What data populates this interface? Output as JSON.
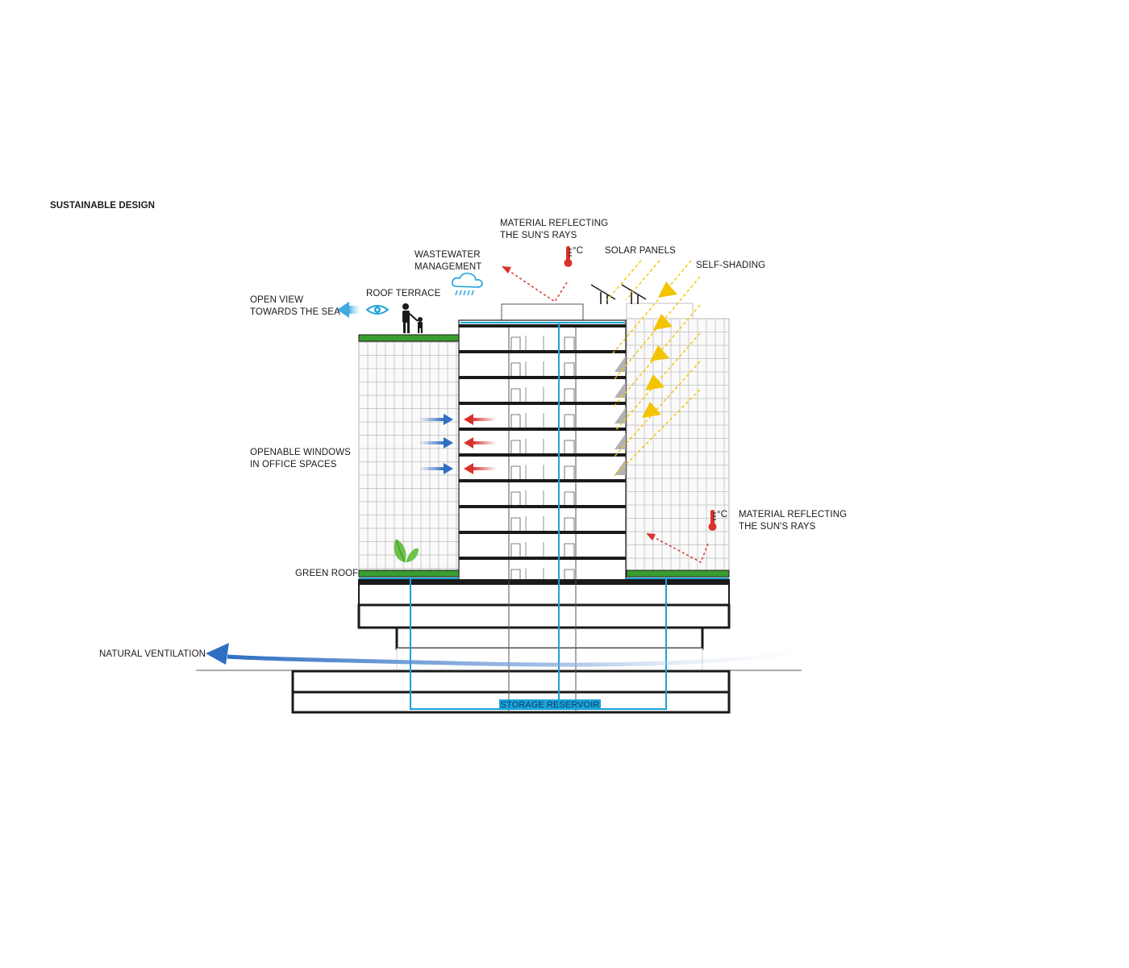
{
  "title": "SUSTAINABLE DESIGN",
  "labels": {
    "material_top_1": "MATERIAL REFLECTING",
    "material_top_2": "THE SUN'S RAYS",
    "wastewater_1": "WASTEWATER",
    "wastewater_2": "MANAGEMENT",
    "solar_panels": "SOLAR PANELS",
    "self_shading": "SELF-SHADING",
    "open_view_1": "OPEN VIEW",
    "open_view_2": "TOWARDS THE SEA",
    "roof_terrace": "ROOF TERRACE",
    "openable_1": "OPENABLE WINDOWS",
    "openable_2": "IN OFFICE SPACES",
    "material_right_1": "MATERIAL REFLECTING",
    "material_right_2": "THE SUN'S RAYS",
    "green_roof": "GREEN ROOF",
    "natural_ventilation": "NATURAL VENTILATION",
    "storage_reservoir": "STORAGE RESERVOIR",
    "degree_symbol": "°C"
  },
  "icons": [
    "eye-icon",
    "people-icon",
    "rain-cloud-icon",
    "thermometer-icon",
    "leaf-icon",
    "solar-panel-icon",
    "sun-ray-arrow-icon"
  ],
  "colors": {
    "water_blue": "#1aa3d9",
    "air_blue": "#2e6fc2",
    "warm_red": "#d9322b",
    "sun_yellow": "#f5c400",
    "grass_green": "#3a9e2f",
    "leaf_green": "#6cc24a"
  }
}
